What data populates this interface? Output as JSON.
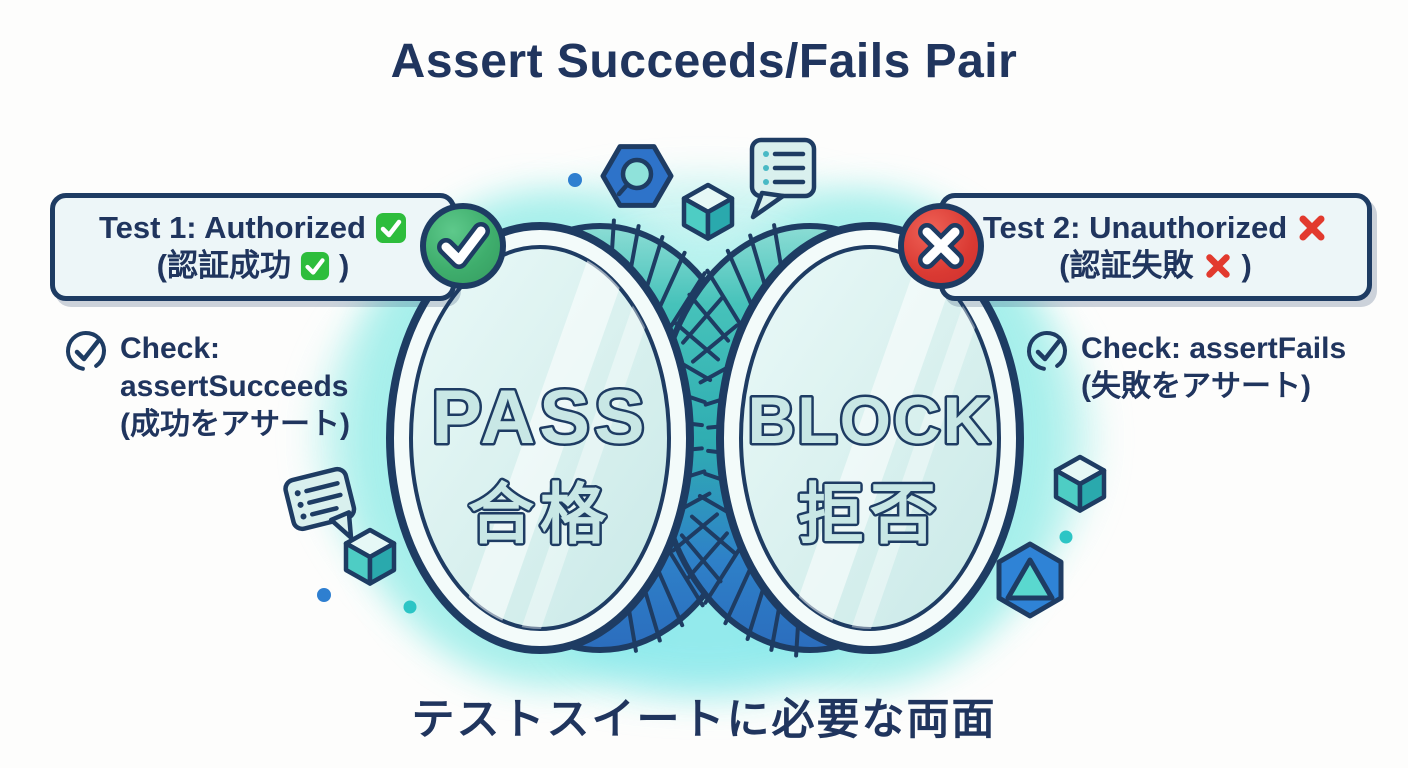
{
  "title": "Assert Succeeds/Fails Pair",
  "caption": "テストスイートに必要な両面",
  "test1": {
    "line1": "Test 1: Authorized",
    "line2_open": "(認証成功",
    "line2_close": ")"
  },
  "test2": {
    "line1": "Test 2: Unauthorized",
    "line2_open": "(認証失敗",
    "line2_close": ")"
  },
  "check_left": {
    "line1": "Check:",
    "line2": "assertSucceeds",
    "line3": "(成功をアサート)"
  },
  "check_right": {
    "line1": "Check: assertFails",
    "line2": "(失敗をアサート)"
  },
  "coin_left": {
    "word": "PASS",
    "word_ja": "合格"
  },
  "coin_right": {
    "word": "BLOCK",
    "word_ja": "拒否"
  },
  "colors": {
    "navy": "#1e3c63",
    "text_navy": "#20355e",
    "teal_band": "#2fadb2",
    "blue_band": "#2e80c8",
    "green_badge": "#3fae6d",
    "red_badge": "#da3a33",
    "emoji_green": "#2ebd3c",
    "emoji_red": "#e23a2e",
    "mint_face": "#d9f1ef",
    "glow": "#9ceee9"
  },
  "icons": {
    "pass_badge": "check-circle-icon",
    "fail_badge": "x-circle-icon",
    "label_check": "green-check-emoji-icon",
    "label_cross": "red-cross-emoji-icon",
    "check_item": "circle-check-icon",
    "decorations": [
      "hexagon-nut-icon",
      "cube-icon",
      "chat-list-bubble-icon",
      "hexagon-triangle-icon",
      "dot"
    ]
  }
}
